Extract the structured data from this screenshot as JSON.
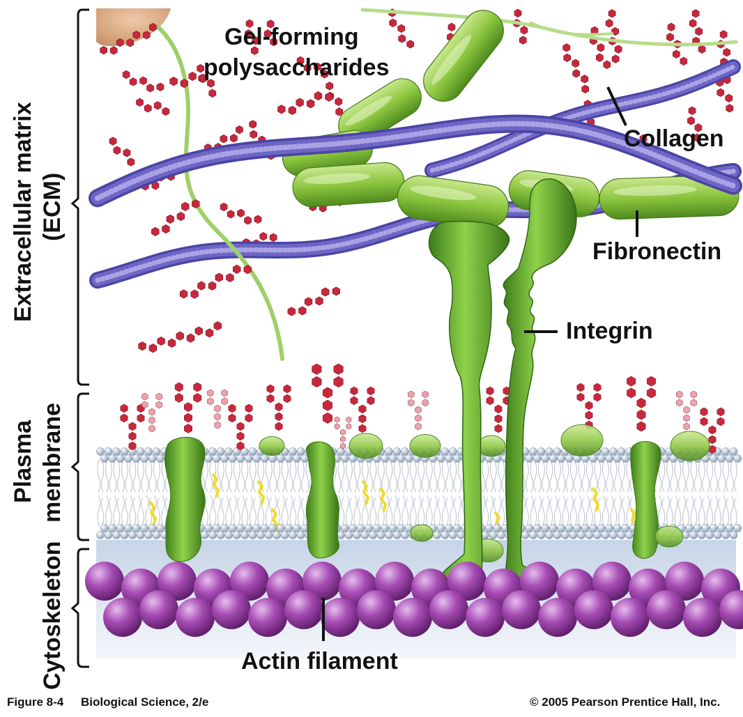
{
  "labels": {
    "gel_forming": "Gel-forming",
    "polysaccharides": "polysaccharides",
    "collagen": "Collagen",
    "fibronectin": "Fibronectin",
    "integrin": "Integrin",
    "actin_filament": "Actin filament"
  },
  "regions": {
    "ecm_line1": "Extracellular matrix",
    "ecm_line2": "(ECM)",
    "plasma_line1": "Plasma",
    "plasma_line2": "membrane",
    "cytoskeleton": "Cytoskeleton"
  },
  "footer": {
    "figure_number": "Figure 8-4",
    "book_title": "Biological Science, 2/e",
    "copyright": "© 2005 Pearson Prentice Hall, Inc."
  },
  "colors": {
    "collagen": "#6e66c4",
    "fibronectin": "#8cc63f",
    "integrin": "#4f9e2a",
    "polysaccharide": "#c8283c",
    "actin": "#9a3fa8",
    "lipid_head": "#c8d4e4",
    "cholesterol": "#f0dc28"
  }
}
